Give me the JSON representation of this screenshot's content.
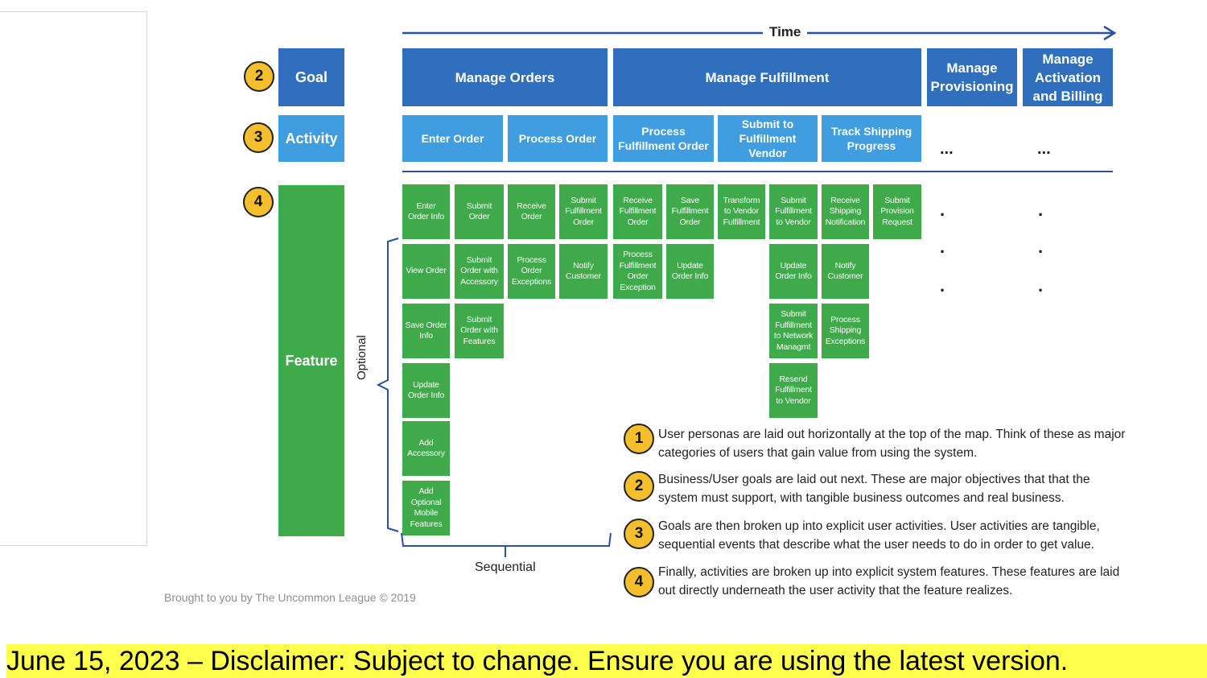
{
  "time_label": "Time",
  "rows": {
    "goal": {
      "num": "2",
      "label": "Goal"
    },
    "activity": {
      "num": "3",
      "label": "Activity"
    },
    "feature": {
      "num": "4",
      "label": "Feature"
    }
  },
  "goals": [
    "Manage Orders",
    "Manage Fulfillment",
    "Manage\nProvisioning",
    "Manage\nActivation\nand Billing"
  ],
  "activities": [
    "Enter Order",
    "Process Order",
    "Process\nFulfillment Order",
    "Submit to\nFulfillment\nVendor",
    "Track Shipping\nProgress"
  ],
  "activity_ellipsis": "...",
  "features": {
    "c1": [
      "Enter\nOrder Info",
      "View Order",
      "Save Order\nInfo",
      "Update\nOrder Info",
      "Add\nAccessory",
      "Add\nOptional\nMobile\nFeatures"
    ],
    "c2": [
      "Submit\nOrder",
      "Submit\nOrder with\nAccessory",
      "Submit\nOrder with\nFeatures"
    ],
    "c3": [
      "Receive\nOrder",
      "Process\nOrder\nExceptions"
    ],
    "c4": [
      "Submit\nFulfillment\nOrder",
      "Notify\nCustomer"
    ],
    "c5": [
      "Receive\nFulfillment\nOrder",
      "Process\nFulfillment\nOrder\nException"
    ],
    "c6": [
      "Save\nFulfillment\nOrder",
      "Update\nOrder Info"
    ],
    "c7": [
      "Transform\nto Vendor\nFulfillment"
    ],
    "c8": [
      "Submit\nFulfillment\nto Vendor",
      "Update\nOrder Info",
      "Submit\nFulfillment\nto Network\nManagmt",
      "Resend\nFulfillment\nto Vendor"
    ],
    "c9": [
      "Receive\nShipping\nNotification",
      "Notify\nCustomer",
      "Process\nShipping\nExceptions"
    ],
    "c10": [
      "Submit\nProvision\nRequest"
    ]
  },
  "optional_label": "Optional",
  "sequential_label": "Sequential",
  "notes": [
    {
      "num": "1",
      "text": "User personas are laid out horizontally at the top of the map. Think of these as major categories of users that gain value from using the system."
    },
    {
      "num": "2",
      "text": "Business/User goals are laid out next. These are major objectives that that the system must support, with tangible business outcomes and real business."
    },
    {
      "num": "3",
      "text": "Goals are then broken up into explicit user activities. User activities are tangible, sequential events that describe what the user needs to do in order to get value."
    },
    {
      "num": "4",
      "text": "Finally, activities are broken up into explicit system features. These features are laid out directly underneath the user activity that the feature realizes."
    }
  ],
  "credit": "Brought to you by The Uncommon League © 2019",
  "disclaimer": "June 15, 2023 – Disclaimer: Subject to change. Ensure you are using the latest version.",
  "colors": {
    "goal": "#2f6fbd",
    "activity": "#3f9de0",
    "feature": "#3faa49",
    "badge": "#f4be2c",
    "banner": "#ffff4d",
    "line": "#2c4f9e"
  }
}
